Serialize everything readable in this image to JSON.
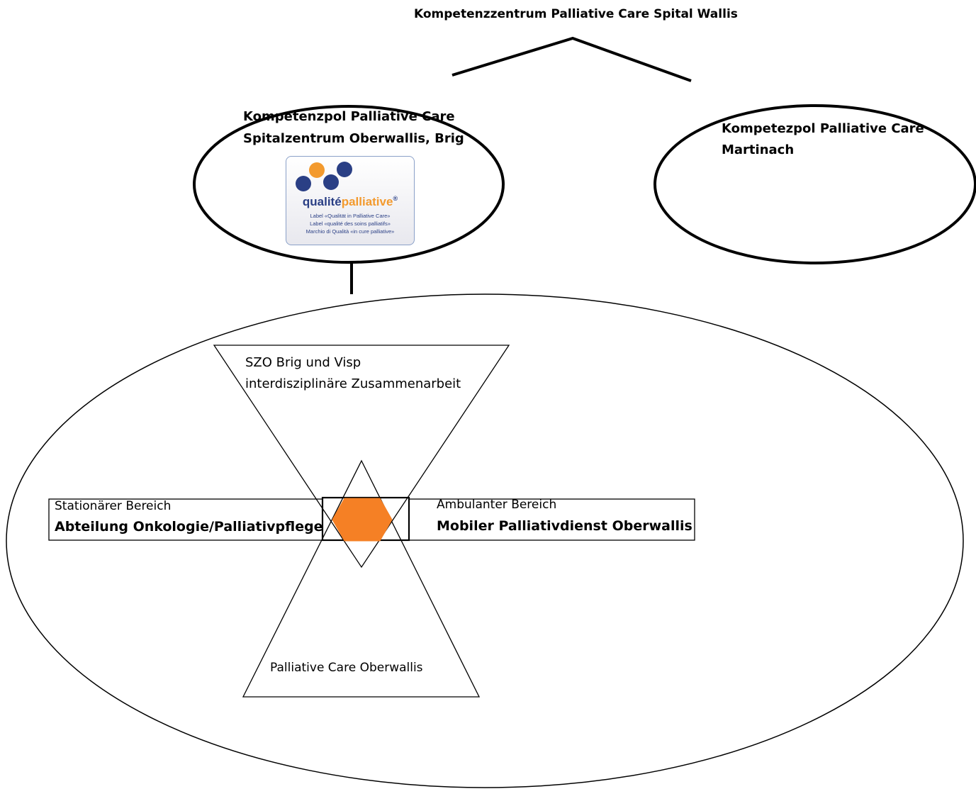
{
  "title": "Kompetenzzentrum Palliative Care Spital Wallis",
  "pole_left": {
    "line1": "Kompetenzpol Palliative Care",
    "line2": "Spitalzentrum Oberwallis, Brig"
  },
  "pole_right": {
    "line1": "Kompetezpol Palliative Care",
    "line2": "Martinach"
  },
  "logo": {
    "word_part1": "qualité",
    "word_part2": "palliative",
    "mark": "®",
    "line1": "Label «Qualität in Palliative Care»",
    "line2": "Label «qualité des soins palliatifs»",
    "line3": "Marchio di Qualità «in cure palliative»"
  },
  "top_triangle": {
    "line1": "SZO Brig und Visp",
    "line2": "interdisziplinäre Zusammenarbeit"
  },
  "bottom_triangle": {
    "label": "Palliative Care Oberwallis"
  },
  "left_box": {
    "label": "Stationärer Bereich",
    "name": "Abteilung Onkologie/Palliativpflege"
  },
  "right_box": {
    "label": "Ambulanter Bereich",
    "name": "Mobiler Palliativdienst Oberwallis"
  },
  "colors": {
    "orange": "#f58025",
    "navy": "#2a3f85",
    "logo_orange": "#f39a2e"
  }
}
